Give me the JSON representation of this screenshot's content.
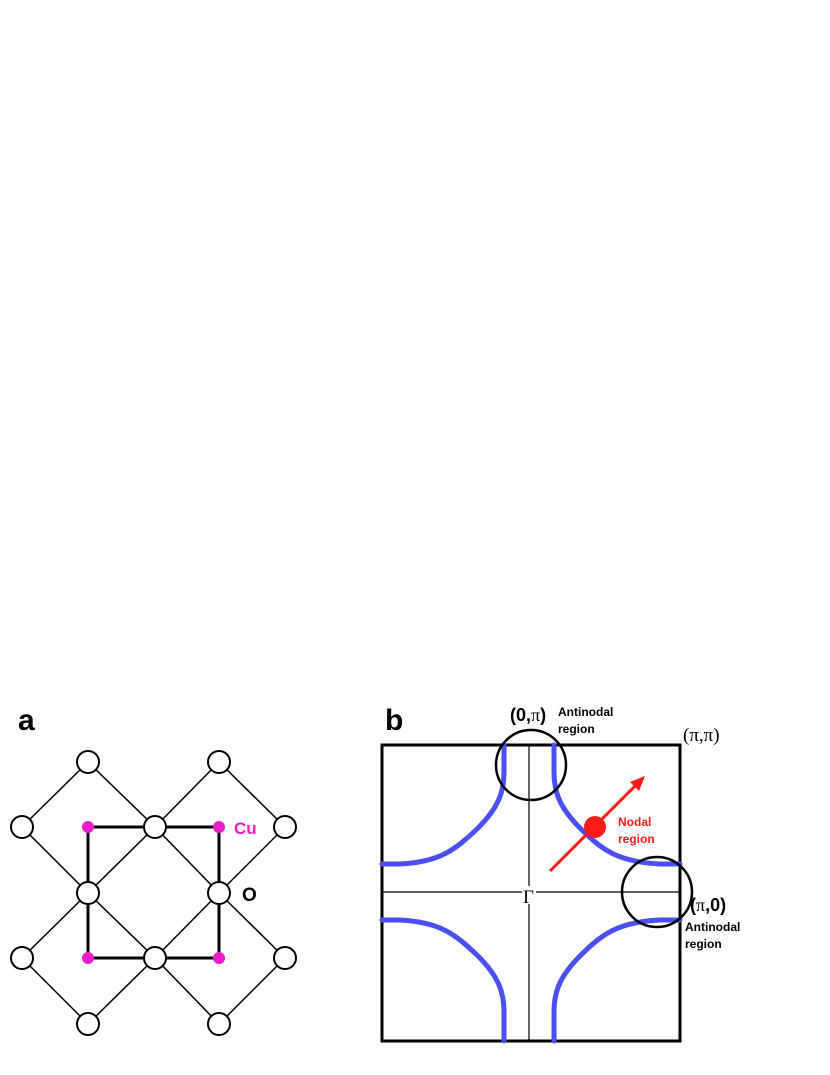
{
  "panel_a": {
    "letter": "a",
    "cu_label": "Cu",
    "o_label": "O",
    "colors": {
      "cu": "#e91ec8",
      "o_fill": "#ffffff",
      "line": "#000000"
    }
  },
  "panel_b": {
    "letter": "b",
    "corner_label": "(π,π)",
    "top_point": {
      "open": "(",
      "zero": "0",
      "comma": ",",
      "pi": "π",
      "close": ")"
    },
    "right_point": {
      "open": "(",
      "pi": "π",
      "comma": ",",
      "zero": "0",
      "close": ")"
    },
    "gamma_label": "Γ",
    "antinodal_top": {
      "line1": "Antinodal",
      "line2": "region"
    },
    "antinodal_right": {
      "line1": "Antinodal",
      "line2": "region"
    },
    "nodal": {
      "line1": "Nodal",
      "line2": "region"
    },
    "colors": {
      "fermi_surface": "#4a4ff0",
      "nodal": "#ff1a1a",
      "frame": "#000000"
    }
  }
}
